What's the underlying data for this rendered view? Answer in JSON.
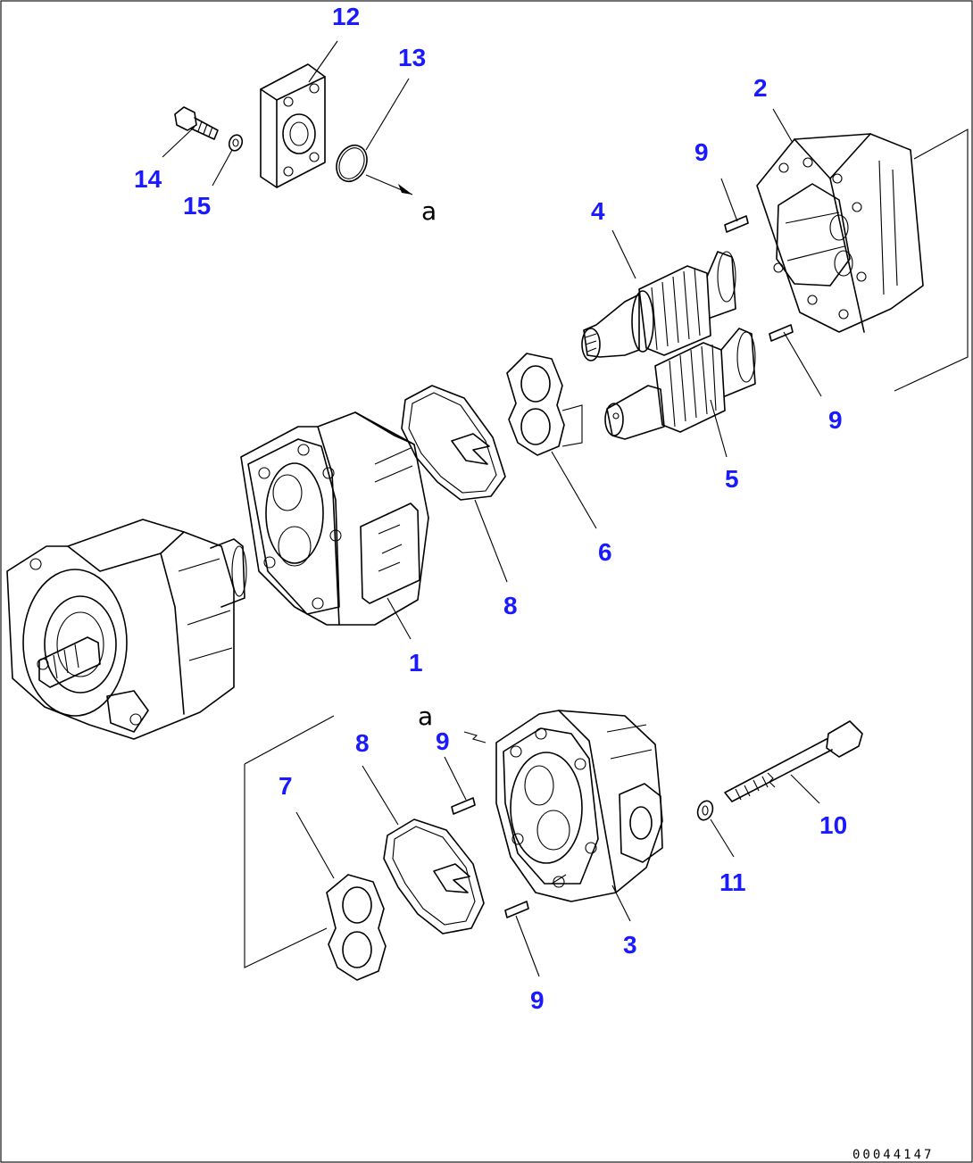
{
  "callouts": {
    "c1": "1",
    "c2": "2",
    "c3": "3",
    "c4": "4",
    "c5": "5",
    "c6": "6",
    "c7": "7",
    "c8a": "8",
    "c8b": "8",
    "c9a": "9",
    "c9b": "9",
    "c9c": "9",
    "c9d": "9",
    "c10": "10",
    "c11": "11",
    "c12": "12",
    "c13": "13",
    "c14": "14",
    "c15": "15"
  },
  "markers": {
    "a_top": "a",
    "a_bottom": "a"
  },
  "document_number": "00044147",
  "colors": {
    "callout": "#1a1aff",
    "line": "#000000",
    "background": "#ffffff"
  }
}
